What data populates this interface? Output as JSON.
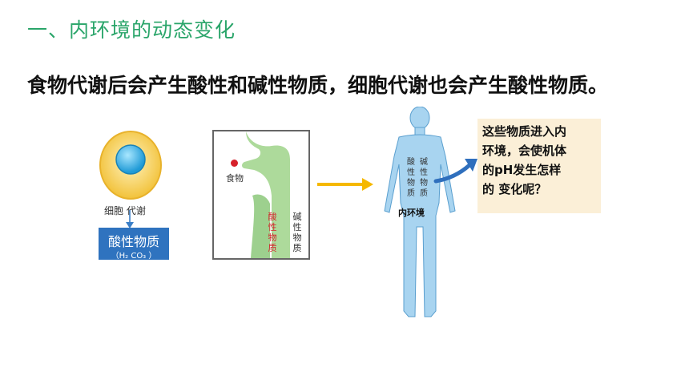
{
  "title": "一、内环境的动态变化",
  "paragraph": "食物代谢后会产生酸性和碱性物质，细胞代谢也会产生酸性物质。",
  "cell_figure": {
    "metabolism_label": "细胞 代谢",
    "acid_box_label": "酸性物质",
    "acid_box_sub": "（H₂ CO₃ ）"
  },
  "digest_figure": {
    "food_label": "食物",
    "acid_label": "酸性物质",
    "base_label": "碱性物质"
  },
  "body_figure": {
    "left_column": "酸性物质",
    "right_column": "碱性物质",
    "inner_env_label": "内环境"
  },
  "question_box": {
    "line1": "这些物质进入内",
    "line2": "环境，会使机体",
    "line3": "的pH发生怎样",
    "line4": "的 变化呢？"
  },
  "colors": {
    "title": "#2aa56a",
    "acid_box": "#2f73bf",
    "arrow": "#f5b800",
    "body": "#a8d4f0",
    "question_bg": "#fbefd7"
  }
}
